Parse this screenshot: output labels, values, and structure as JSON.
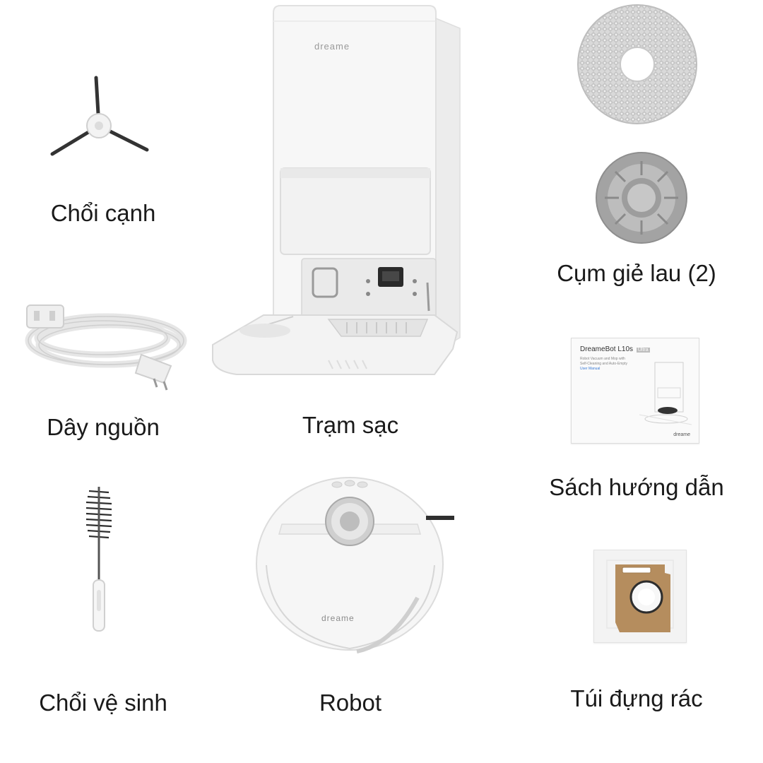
{
  "brand": "dreame",
  "items": {
    "side_brush": {
      "label": "Chổi cạnh",
      "icon": "side-brush-icon"
    },
    "power_cord": {
      "label": "Dây nguồn",
      "icon": "power-cord-icon"
    },
    "cleaning_brush": {
      "label": "Chổi vệ sinh",
      "icon": "cleaning-brush-icon"
    },
    "station": {
      "label": "Trạm sạc",
      "icon": "charging-station-icon"
    },
    "robot": {
      "label": "Robot",
      "icon": "robot-vacuum-icon"
    },
    "mop_pad": {
      "icon": "mop-pad-icon"
    },
    "mop_holder": {
      "label": "Cụm giẻ lau (2)",
      "icon": "mop-holder-icon"
    },
    "manual": {
      "label": "Sách hướng dẫn",
      "icon": "manual-icon",
      "cover_title": "DreameBot L10s",
      "cover_badge": "Ultra",
      "cover_lines": [
        "Robot Vacuum and Mop with",
        "Self-Cleaning and Auto-Empty",
        "User Manual"
      ]
    },
    "dust_bag": {
      "label": "Túi đựng rác",
      "icon": "dust-bag-icon"
    }
  },
  "colors": {
    "text": "#1a1a1a",
    "product_white": "#f4f4f4",
    "mop_gray": "#9a9a9a",
    "bag_brown": "#b58d5e",
    "manual_accent": "#3a7bd5"
  }
}
